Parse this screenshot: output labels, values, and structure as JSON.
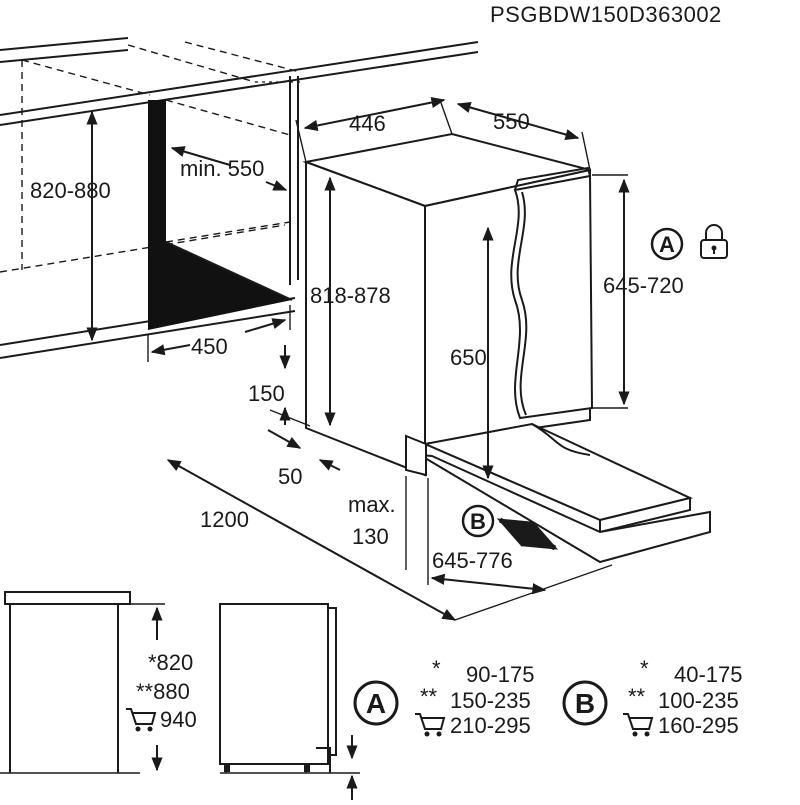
{
  "diagram": {
    "code": "PSGBDW150D363002",
    "niche": {
      "height": "820-880",
      "depth_min": "min. 550",
      "width": "450"
    },
    "appliance": {
      "width": "446",
      "depth": "550",
      "height": "818-878",
      "plinth_height": "150",
      "plinth_depth": "50",
      "total_opening": "1200",
      "max_label": "max.",
      "max_value": "130",
      "door_height": "650",
      "door_panel_height": "645-720",
      "door_travel": "645-776"
    },
    "markers": {
      "a": "A",
      "b": "B"
    },
    "side_view": {
      "h1": "*820",
      "h2": "**880",
      "h3": "940"
    },
    "table_a": {
      "rows": [
        {
          "mark": "*",
          "value": "90-175"
        },
        {
          "mark": "**",
          "value": "150-235"
        },
        {
          "mark": "",
          "value": "210-295"
        }
      ]
    },
    "table_b": {
      "rows": [
        {
          "mark": "*",
          "value": "40-175"
        },
        {
          "mark": "**",
          "value": "100-235"
        },
        {
          "mark": "",
          "value": "160-295"
        }
      ]
    }
  }
}
